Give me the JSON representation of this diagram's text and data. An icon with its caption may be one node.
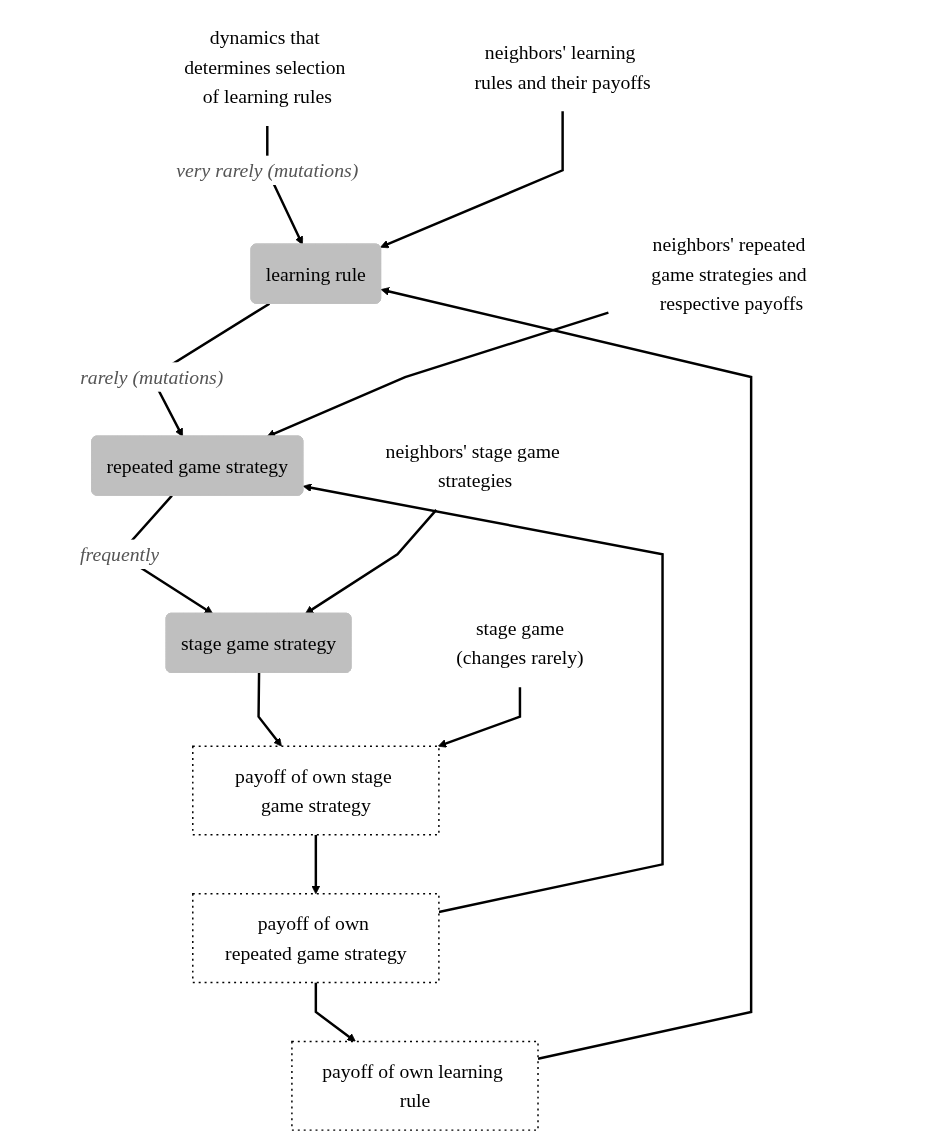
{
  "diagram": {
    "nodes": [
      {
        "text": [
          "dynamics that determines selection of learning rules"
        ]
      },
      {
        "text": [
          "neighbors' learning rules and their payoffs"
        ]
      },
      {
        "text": [
          "learning rule"
        ]
      },
      {
        "text": [
          "payoff of own learning rule"
        ]
      },
      {
        "text": [
          "neighbors' repeated game strategies and respective payoffs"
        ]
      },
      {
        "text": [
          "repeated game strategy"
        ]
      },
      {
        "text": [
          "payoff of own repeated game strategy"
        ]
      },
      {
        "text": [
          "neighbors' stage game strategies"
        ]
      },
      {
        "text": [
          "stage game strategy"
        ]
      },
      {
        "text": [
          "payoff of own stage game strategy"
        ]
      },
      {
        "text": [
          "stage game",
          "(changes rarely)"
        ]
      }
    ],
    "edges": [
      {
        "from": 0,
        "to": 2,
        "arrow": "to",
        "label": "very rarely (mutations)"
      },
      {
        "from": 1,
        "to": 2,
        "arrow": "to"
      },
      {
        "from": 3,
        "to": 2,
        "arrow": "to"
      },
      {
        "from": 2,
        "to": 5,
        "arrow": "to",
        "label": "rarely (mutations)"
      },
      {
        "from": 4,
        "to": 5,
        "arrow": "to"
      },
      {
        "from": 6,
        "to": 5,
        "arrow": "to"
      },
      {
        "from": 5,
        "to": 8,
        "arrow": "to",
        "label": "frequently"
      },
      {
        "from": 7,
        "to": 8,
        "arrow": "to"
      },
      {
        "from": 8,
        "to": 9,
        "arrow": "to"
      },
      {
        "from": 9,
        "to": 6,
        "arrow": "to"
      },
      {
        "from": 6,
        "to": 3,
        "arrow": "to"
      },
      {
        "from": 10,
        "to": 9,
        "arrow": "to"
      }
    ]
  }
}
